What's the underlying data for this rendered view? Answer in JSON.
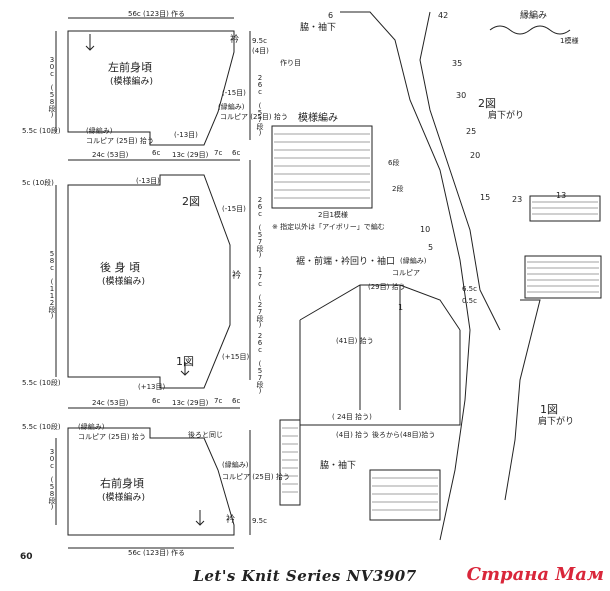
{
  "colors": {
    "ink": "#222222",
    "watermark": "#d9263a"
  },
  "left_front": {
    "title": "左前身頃",
    "sub": "(模様編み)",
    "top_dim": "56c (123目) 作る",
    "neck": "衿",
    "dim_95c": "9.5c",
    "dim_4": "(4目)",
    "height": "30c (58段)",
    "dec_15": "(-15目)",
    "dec_13": "(-13目)",
    "edge": "(縁編み)",
    "corby": "コルピア (25目) 拾う",
    "dim_55c": "5.5c (10段)",
    "d24": "24c (53目)",
    "d6": "6c",
    "d13": "13c (29目)",
    "d7": "7c",
    "d6b": "6c",
    "d26": "26c (57段)"
  },
  "back": {
    "title": "後 身 頃",
    "sub": "(模様編み)",
    "fig": "2図",
    "fig1": "1図",
    "height": "58c (112段)",
    "neck": "衿",
    "dec_13": "(-13目)",
    "dec_15": "(-15目)",
    "inc_15": "(+15目)",
    "inc_13": "(+13目)",
    "dim_5c": "5c (10段)",
    "dim_55c": "5.5c (10段)",
    "d26": "26c (57段)",
    "d17": "17c (27段)",
    "d26b": "26c (57段)",
    "d24": "24c (53目)",
    "d6": "6c",
    "d13": "13c (29目)",
    "d7": "7c",
    "d6b": "6c"
  },
  "right_front": {
    "title": "右前身頃",
    "sub": "(模様編み)",
    "edge": "(縁編み)",
    "corby": "コルピア (25目) 拾う",
    "back_stitch": "後ろと同じ",
    "height": "30c (58段)",
    "dim_55c": "5.5c (10段)",
    "neck": "衿",
    "dim_95c": "9.5c",
    "bottom_dim": "56c (123目) 作る",
    "edge2": "(縁編み)",
    "corby2": "コルピア (25目) 拾う"
  },
  "chart": {
    "pattern_title": "模様編み",
    "rep_label": "2目1模様",
    "note": "※ 指定以外は「アイボリー」で編む",
    "waki": "脇・袖下",
    "kata": "肩下がり",
    "fig2": "2図",
    "fig1": "1図",
    "start": "作り目",
    "edge_label": "縁編み",
    "edge_rep": "1模様",
    "collar_title": "裾・前端・衿回り・袖口",
    "collar_sub": "(縁編み)",
    "corby": "コルピア",
    "pick_29": "(29目) 拾う",
    "pick_41": "(41目) 拾う",
    "pick_24": "( 24目 拾う)",
    "pick_4": "(4目) 拾う",
    "back_pick": "後ろから(48目)拾う",
    "dim_6c": "6.5c",
    "dim_05c": "0.5c",
    "num_6": "6",
    "num_42": "42",
    "num_35": "35",
    "num_30": "30",
    "num_25": "25",
    "num_20": "20",
    "num_15": "15",
    "num_10": "10",
    "num_5": "5",
    "num_1": "1",
    "num_6b": "6段",
    "num_2": "2段",
    "num_13": "13",
    "num_23": "23"
  },
  "footer": "Let's Knit Series NV3907",
  "watermark": "Страна Мам",
  "page_number": "60"
}
